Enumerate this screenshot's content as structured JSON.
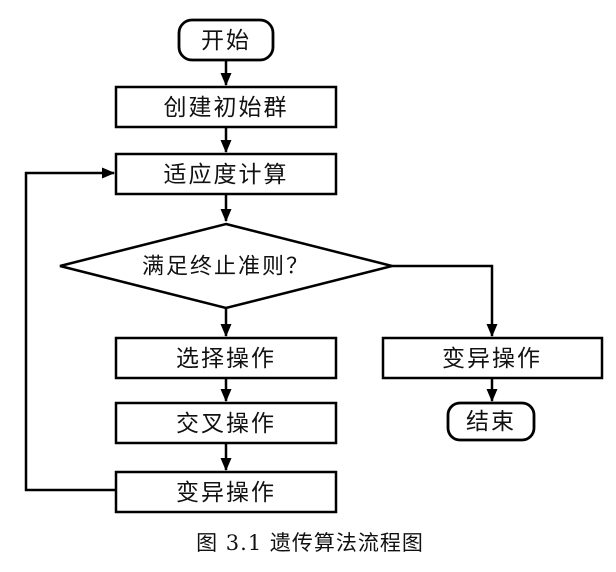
{
  "figure": {
    "caption": "图 3.1 遗传算法流程图",
    "type": "flowchart",
    "colors": {
      "line": "#000000",
      "node_fill": "#ffffff",
      "text": "#111111",
      "background": "#ffffff"
    }
  },
  "flowchart": {
    "nodes": {
      "start": {
        "label": "开始",
        "shape": "terminator"
      },
      "create_population": {
        "label": "创建初始群",
        "shape": "process"
      },
      "fitness": {
        "label": "适应度计算",
        "shape": "process"
      },
      "termination_check": {
        "label": "满足终止准则？",
        "shape": "decision"
      },
      "selection": {
        "label": "选择操作",
        "shape": "process"
      },
      "crossover": {
        "label": "交叉操作",
        "shape": "process"
      },
      "mutation_loop": {
        "label": "变异操作",
        "shape": "process"
      },
      "mutation_final": {
        "label": "变异操作",
        "shape": "process"
      },
      "end": {
        "label": "结束",
        "shape": "terminator"
      }
    },
    "edges": [
      {
        "from": "start",
        "to": "create_population"
      },
      {
        "from": "create_population",
        "to": "fitness"
      },
      {
        "from": "fitness",
        "to": "termination_check"
      },
      {
        "from": "termination_check",
        "to": "selection"
      },
      {
        "from": "selection",
        "to": "crossover"
      },
      {
        "from": "crossover",
        "to": "mutation_loop"
      },
      {
        "from": "mutation_loop",
        "to": "fitness"
      },
      {
        "from": "termination_check",
        "to": "mutation_final"
      },
      {
        "from": "mutation_final",
        "to": "end"
      }
    ]
  }
}
